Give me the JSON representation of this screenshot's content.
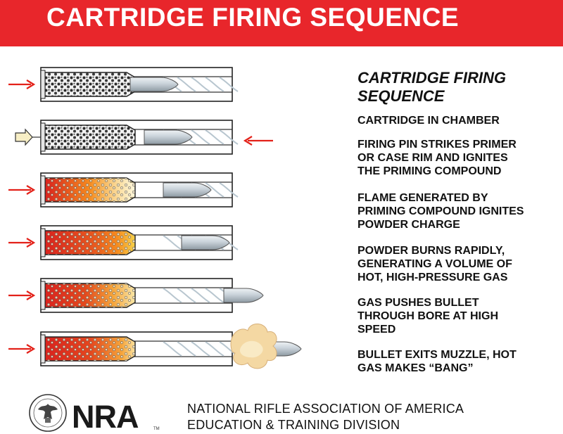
{
  "banner": {
    "title": "CARTRIDGE FIRING SEQUENCE"
  },
  "sequence": {
    "title": "CARTRIDGE FIRING\nSEQUENCE",
    "steps": [
      {
        "label": "CARTRIDGE IN CHAMBER"
      },
      {
        "label": "FIRING PIN STRIKES PRIMER\nOR CASE RIM AND IGNITES\nTHE PRIMING COMPOUND"
      },
      {
        "label": "FLAME GENERATED BY\nPRIMING COMPOUND IGNITES\nPOWDER CHARGE"
      },
      {
        "label": "POWDER BURNS RAPIDLY,\nGENERATING A VOLUME OF\nHOT, HIGH-PRESSURE GAS"
      },
      {
        "label": "GAS PUSHES BULLET\nTHROUGH  BORE AT HIGH\nSPEED"
      },
      {
        "label": "BULLET EXITS MUZZLE, HOT\nGAS MAKES “BANG”"
      }
    ]
  },
  "footer": {
    "logo_text": "NRA",
    "logo_mark": "TM",
    "org_line1": "NATIONAL RIFLE ASSOCIATION OF AMERICA",
    "org_line2": "EDUCATION & TRAINING DIVISION"
  },
  "colors": {
    "banner_red": "#e8262b",
    "arrow_red": "#e32119",
    "chamber_fill": "#ffffff",
    "powder_dark": "#2b2b2b",
    "flame_red": "#d9231e",
    "flame_orange": "#f58b1f",
    "flame_yellow": "#f6d24a",
    "bullet_silver": "#b7c3cc"
  },
  "icons": [
    "arrow-right-icon",
    "arrow-left-icon",
    "firing-pin-icon",
    "eagle-seal-icon"
  ]
}
